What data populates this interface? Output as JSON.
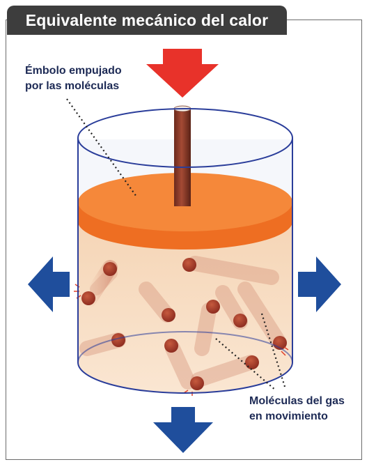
{
  "title": "Equivalente mecánico del calor",
  "labels": {
    "piston_line1": "Émbolo empujado",
    "piston_line2": "por las moléculas",
    "molecules_line1": "Moléculas del gas",
    "molecules_line2": "en movimiento"
  },
  "icons": {
    "force_arrow_top": "arrow-down-icon",
    "force_arrow_left": "arrow-left-icon",
    "force_arrow_right": "arrow-right-icon",
    "force_arrow_bottom": "arrow-down-icon"
  },
  "colors": {
    "title_bg": "#3d3d3d",
    "red_arrow": "#e8322a",
    "blue_arrows": "#1f4e9c",
    "piston": "#f07a2e",
    "gas": "#f7dcc0",
    "molecule": "#a83a2a",
    "cylinder_outline": "#2a3d9a"
  }
}
